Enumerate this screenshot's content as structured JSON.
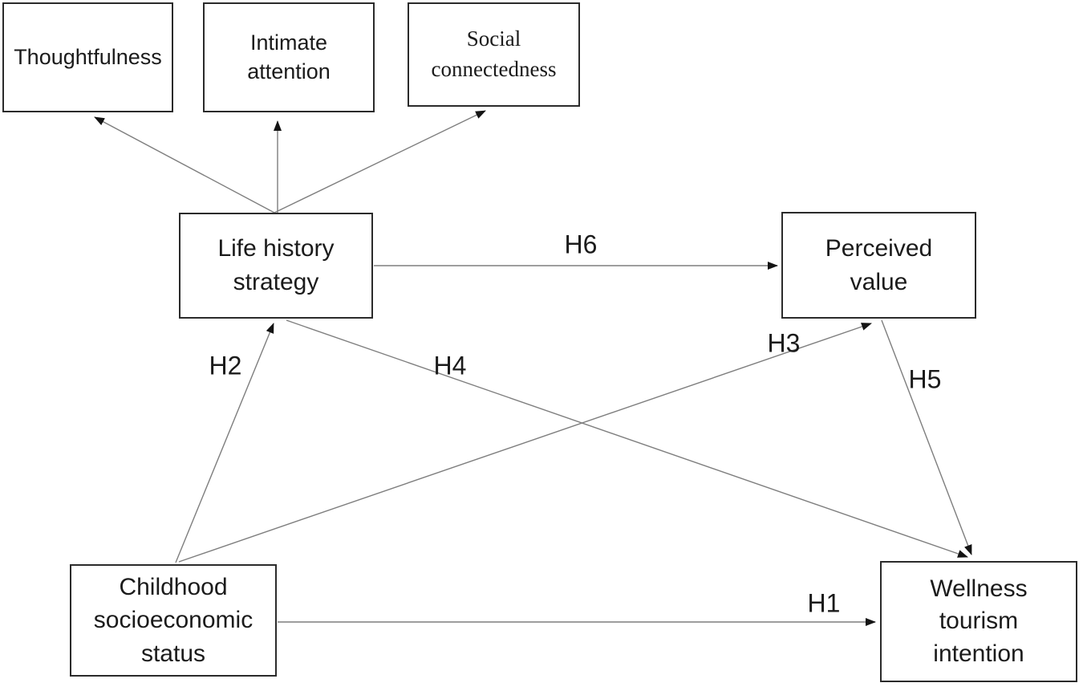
{
  "figure": {
    "type": "path-diagram",
    "background": "#ffffff",
    "colors": {
      "box_border": "#2b2b2b",
      "box_fill": "#ffffff",
      "text": "#1b1b1b",
      "line": "#7e7e7e",
      "arrowhead": "#141414"
    },
    "nodes": {
      "thoughtfulness": {
        "label": "Thoughtfulness"
      },
      "intimate_attention": {
        "label": "Intimate attention"
      },
      "social_connectedness": {
        "label": "Social connectedness"
      },
      "life_history_strategy": {
        "label": "Life history strategy"
      },
      "perceived_value": {
        "label": "Perceived value"
      },
      "childhood_socioeconomic_status": {
        "label": "Childhood socioeconomic status"
      },
      "wellness_tourism_intention": {
        "label": "Wellness tourism intention"
      }
    },
    "hypotheses": {
      "h1": {
        "label": "H1",
        "from": "childhood_socioeconomic_status",
        "to": "wellness_tourism_intention"
      },
      "h2": {
        "label": "H2",
        "from": "childhood_socioeconomic_status",
        "to": "life_history_strategy"
      },
      "h3": {
        "label": "H3",
        "from": "childhood_socioeconomic_status",
        "to": "perceived_value"
      },
      "h4": {
        "label": "H4",
        "from": "life_history_strategy",
        "to": "wellness_tourism_intention"
      },
      "h5": {
        "label": "H5",
        "from": "perceived_value",
        "to": "wellness_tourism_intention"
      },
      "h6": {
        "label": "H6",
        "from": "life_history_strategy",
        "to": "perceived_value"
      }
    },
    "indicator_edges": [
      {
        "from": "life_history_strategy",
        "to": "thoughtfulness"
      },
      {
        "from": "life_history_strategy",
        "to": "intimate_attention"
      },
      {
        "from": "life_history_strategy",
        "to": "social_connectedness"
      }
    ]
  }
}
